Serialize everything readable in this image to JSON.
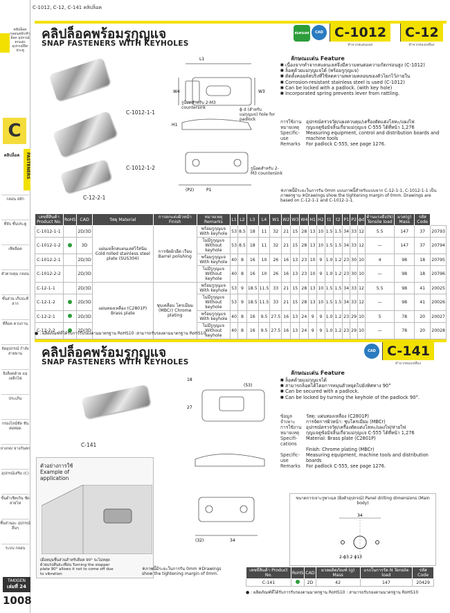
{
  "breadcrumb": "C-1012, C-12, C-141  คลิปล็อค",
  "sidebar": {
    "top_label": "คลิปล็อค กลอนสลัก/ตัวล็อค อุปกรณ์ตกแต่ง อุปกรณ์ปิดประตู",
    "category": "C",
    "category_sub": "คลิปล็อค",
    "section_label": "FASTENERS",
    "items": [
      "กลอน สลัก",
      "ที่จับ ชั้นประตู",
      "เซ็ทล็อค",
      "ตัวควบคุม กลอน",
      "ขั้นส่วน เก็บปะที่ลาก",
      "ที่ล็อค ควบกาน",
      "จัดอุปกรณ์ กำลังสายพาน",
      "ยิงล็อคด้วย แม่เหล็กไฟ",
      "ประเภิน",
      "กรองไลน์ชัด ชันต่อท่อด",
      "ยางกด/ ยางกันตก",
      "อุปกรณ์เสริม (C)",
      "ขั้นต่ำเซ็ทเกิน ชัดสายไฟ",
      "ชั้นส่วนอะ อุปกรณ์อื่นๆ",
      "ระบบ กลอน"
    ],
    "brand": "TAKIGEN",
    "volume": "เล่มที่ 24",
    "page": "1008"
  },
  "section1": {
    "title_th": "คลิปล็อคพร้อมรูกุญแจ",
    "title_en": "SNAP FASTENERS WITH KEYHOLES",
    "icon1": "สแตนเลส",
    "icon2": "CAD",
    "models": [
      {
        "num": "C-1012",
        "sub": "ทำจากสแตนเลส"
      },
      {
        "num": "C-12",
        "sub": "ทำจากทองเหลือง"
      }
    ],
    "feature_title": "ลักษณะเด่น  Feature",
    "features_th": [
      "เนื่องจากทำจากสแตนเลสจึงมีความทนต่อความกัดกร่อนสูง (C-1012)",
      "ล็อคด้วยแม่กุญแจได้ (พร้อมรูกุญแจ)",
      "ดัดตั้งคอยล์สปริงที่ใช้ลดความพลวมคลอนของตัวโยกไว้ภายใน"
    ],
    "features_en": [
      "Corrosion-resistant stainless steel is used (C-1012)",
      "Can be locked with a padlock. (with key hole)",
      "Incorporated spring prevents lever from rattling."
    ],
    "spec": [
      {
        "k": "การใช้งาน",
        "v": "อุปกรณ์ตรวจวัด/แผงควบคุม/เครื่องตัดแต่งโลหะ/แผงไฟ"
      },
      {
        "k": "หมายเหตุ",
        "v": "กุญแจดูข้อมิจลิ้นเกี่ยวแม่กุญแจ C-555 ได้ที่หน้า 1,276"
      },
      {
        "k": "Specific-use",
        "v": "Measuring equipment, control and distribution boards and machine tools"
      },
      {
        "k": "Remarks",
        "v": "For padlock C-555, see page 1276."
      }
    ],
    "photo_labels": [
      "C-1012-1-1",
      "C-1012-1-2",
      "C-12-2-1"
    ],
    "drawing_labels": {
      "countersink": "รูน็อตสำหรับ 2-M3 countersink",
      "hole": "ϕ d (สำหรับแม่กุญแจ) hole for padlock",
      "countersink2": "รูน็อตสำหรับ 2-M3 countersink"
    },
    "drawing_note": "※ภาพนี้มีระยะในการรัน 0mm แบบภาพนี้สำหรับแบบจาก C-12-1-1, C-1012-1-1 เป็นภาพตรฐาน ※Drawings show the tightening margin of 0mm. Drawings are based on C-12-1-1 and C-1012-1-1.",
    "table_headers": [
      "เลขที่สินค้า Product No.",
      "RoHS",
      "CAD",
      "วัสดุ Material",
      "การตกแต่งผิวหน้า Finish",
      "หมายเหตุ Remarks",
      "L1",
      "L2",
      "L3",
      "L4",
      "W1",
      "W2",
      "W3",
      "W4",
      "H1",
      "H2",
      "t1",
      "t2",
      "P1",
      "P2",
      "ϕd",
      "ต้านแรงดึง(N) Tensile load",
      "มวล(g) Mass",
      "รหัส Code"
    ],
    "rows": [
      {
        "pn": "C-1012-1-1",
        "rohs": "",
        "cad": "2D/3D",
        "rem": "พร้อมรูกุญแจ With keyhole",
        "v": [
          "53",
          "8.5",
          "18",
          "11",
          "32",
          "21",
          "15",
          "28",
          "13",
          "10",
          "1.5",
          "1.5",
          "34",
          "33",
          "12",
          "5.5"
        ],
        "tl": "147",
        "mass": "37",
        "code": "20793"
      },
      {
        "pn": "C-1012-1-2",
        "rohs": "●",
        "cad": "3D",
        "rem": "ไม่มีรูกุญแจ Without keyhole",
        "v": [
          "53",
          "8.5",
          "18",
          "11",
          "32",
          "21",
          "15",
          "28",
          "13",
          "10",
          "1.5",
          "1.5",
          "34",
          "33",
          "12",
          "—"
        ],
        "tl": "147",
        "mass": "37",
        "code": "20794"
      },
      {
        "pn": "C-1012-2-1",
        "rohs": "",
        "cad": "2D/3D",
        "rem": "พร้อมรูกุญแจ With keyhole",
        "v": [
          "40",
          "8",
          "16",
          "10",
          "26",
          "16",
          "13",
          "23",
          "10",
          "9",
          "1.0",
          "1.2",
          "23",
          "30",
          "10",
          "4"
        ],
        "tl": "98",
        "mass": "18",
        "code": "20795"
      },
      {
        "pn": "C-1012-2-2",
        "rohs": "",
        "cad": "2D/3D",
        "rem": "ไม่มีรูกุญแจ Without keyhole",
        "v": [
          "40",
          "8",
          "16",
          "10",
          "26",
          "16",
          "13",
          "23",
          "10",
          "9",
          "1.0",
          "1.2",
          "23",
          "30",
          "10",
          "—"
        ],
        "tl": "98",
        "mass": "18",
        "code": "20796"
      },
      {
        "pn": "C-12-1-1",
        "rohs": "",
        "cad": "2D/3D",
        "rem": "พร้อมรูกุญแจ With keyhole",
        "v": [
          "53",
          "9",
          "18.5",
          "11.5",
          "33",
          "21",
          "15",
          "28",
          "13",
          "10",
          "1.5",
          "1.5",
          "34",
          "33",
          "12",
          "5.5"
        ],
        "tl": "98",
        "mass": "41",
        "code": "20025"
      },
      {
        "pn": "C-12-1-2",
        "rohs": "●",
        "cad": "2D/3D",
        "rem": "ไม่มีรูกุญแจ Without keyhole",
        "v": [
          "53",
          "9",
          "18.5",
          "11.5",
          "33",
          "21",
          "15",
          "28",
          "13",
          "10",
          "1.5",
          "1.5",
          "34",
          "33",
          "12",
          "—"
        ],
        "tl": "98",
        "mass": "41",
        "code": "20026"
      },
      {
        "pn": "C-12-2-1",
        "rohs": "●",
        "cad": "2D/3D",
        "rem": "พร้อมรูกุญแจ With keyhole",
        "v": [
          "40",
          "8",
          "16",
          "9.5",
          "27.5",
          "16",
          "13",
          "24",
          "9",
          "9",
          "1.0",
          "1.2",
          "23",
          "29",
          "10",
          "5"
        ],
        "tl": "78",
        "mass": "20",
        "code": "20027"
      },
      {
        "pn": "C-12-2-2",
        "rohs": "●",
        "cad": "2D/3D",
        "rem": "ไม่มีรูกุญแจ Without keyhole",
        "v": [
          "40",
          "8",
          "16",
          "9.5",
          "27.5",
          "16",
          "13",
          "24",
          "9",
          "9",
          "1.0",
          "1.2",
          "23",
          "29",
          "10",
          "—"
        ],
        "tl": "78",
        "mass": "20",
        "code": "20028"
      }
    ],
    "group_materials": [
      {
        "mat": "แผ่นเหล็กสแตนเลสไร้สนิม Cold rolled stainless steel plate (SUS304)",
        "fin": "การขัดผิวอีด เรียบ Barrel polishing"
      },
      {
        "mat": "แผ่นทองเหลือง (C2801P) Brass plate",
        "fin": "ชุบเคลือบ โครเมียม (MBCr) Chrome plating"
      }
    ],
    "footnote": "● : ผลิตภัณฑ์ที่ได้รับการรับรองตามมาตรฐาน RoHS10   :สามารถรับรองตามมาตรฐาน RoHS10"
  },
  "section2": {
    "title_th": "คลิปล็อคพร้อมรูกุญแจ",
    "title_en": "SNAP FASTENERS WITH KEYHOLES",
    "icon1": "CAD",
    "model": {
      "num": "C-141",
      "sub": "ทำจากทองเหลือง"
    },
    "feature_title": "ลักษณะเด่น  Feature",
    "features_th": [
      "ล็อคด้วยแม่กุญแจได้",
      "สามารถล็อคได้โดยการหมุนตัวหยุดไปยังทิศทาง 90°"
    ],
    "features_en": [
      "Can be secured with a padlock.",
      "Can be locked by turning the keyhole of the padlock 90°."
    ],
    "spec": [
      {
        "k": "ข้อมูล",
        "v": "วัสดุ: แผ่นทองเหลือง (C2801P)"
      },
      {
        "k": "จำเพาะ",
        "v": "การจัดการผิวหน้า: ชุบโครเมียม (MBCr)"
      },
      {
        "k": "การใช้งาน",
        "v": "อุปกรณ์ตรวจวัด/เครื่องตัดแต่งโลหะ/แผงไฟ/ห่ายไฟ"
      },
      {
        "k": "หมายเหตุ",
        "v": "กุญแจดูข้อมิจลิ้นเกี่ยวแม่กุญแจ C-555 ได้ที่หน้า 1,276"
      },
      {
        "k": "Specifi-cations",
        "v": "Material: Brass plate (C2801P)"
      },
      {
        "k": "",
        "v": "Finish: Chrome plating (MBCr)"
      },
      {
        "k": "Specific-use",
        "v": "Measuring equipment, machine tools and distribution boards"
      },
      {
        "k": "Remarks",
        "v": "For padlock C-555, see page 1276."
      }
    ],
    "photo_label": "C-141",
    "example_title": "ตัวอย่างการใช้ Example of application",
    "example_note": "เมื่อหมุนชิ้นส่วนสำหรับล็อค 90° จะไม่หลุดด้วยแรงสั่นสะเทือน Turning the stopper plate 90° allows it not to come off due to vibration",
    "drawing_note": "※ภาพนี้มีระยะในการรัน 0mm ※Drawings show the tightening margin of 0mm.",
    "panel_title": "ขนาดการเจาะรูพาเนล (ฝั่งตัวอุปกรณ์) Panel drilling dimensions (Main body)",
    "table_headers": [
      "เลขที่สินค้า Product No.",
      "RoHS",
      "CAD",
      "มวลผลิตภัณฑ์ (g) Mass",
      "แรงในการรัด N Tensile load",
      "รหัส Code"
    ],
    "row": {
      "pn": "C-141",
      "rohs": "●",
      "cad": "2D",
      "mass": "42",
      "tl": "147",
      "code": "20429"
    },
    "footnote": "● : ผลิตภัณฑ์ที่ได้รับการรับรองตามมาตรฐาน RoHS10   : สามารถรับรองตามมาตรฐาน RoHS10"
  },
  "colors": {
    "accent": "#f2e000",
    "header": "#4a4a4a",
    "icon_green": "#2d9d3a",
    "icon_blue": "#2a7bc0"
  }
}
